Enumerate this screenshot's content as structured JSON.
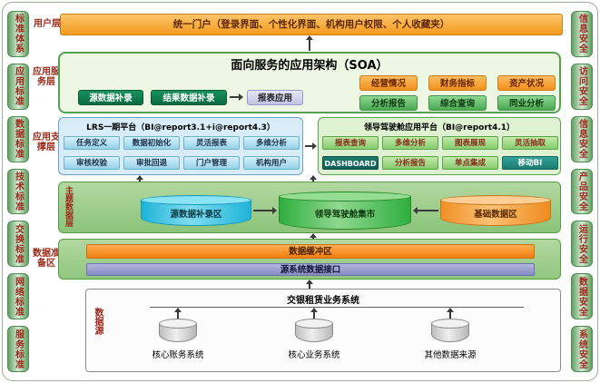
{
  "left_rail": {
    "title": "标准体系",
    "items": [
      "应用标准",
      "数据标准",
      "技术标准",
      "交换标准",
      "网络标准",
      "服务标准"
    ]
  },
  "right_rail": {
    "title": "信息安全",
    "items": [
      "访问安全",
      "信息安全",
      "产品安全",
      "运行安全",
      "数据安全",
      "系统安全"
    ]
  },
  "user_layer": {
    "label": "用户层",
    "portal": "统一门户（登录界面、个性化界面、机构用户权限、个人收藏夹）"
  },
  "app_service": {
    "label": "应用服务层",
    "title": "面向服务的应用架构（SOA）",
    "left_buttons": [
      "源数据补录",
      "结果数据补录",
      "报表应用"
    ],
    "right_row1": [
      "经营情况",
      "财务指标",
      "资产状况"
    ],
    "right_row2": [
      "分析报告",
      "综合查询",
      "同业分析"
    ]
  },
  "app_support": {
    "label": "应用支撑层",
    "lrs_title": "LRS一期平台（BI@report3.1+i@report4.3）",
    "lrs_items": [
      "任务定义",
      "数据初始化",
      "灵活报表",
      "多维分析",
      "审核校验",
      "审批回退",
      "门户管理",
      "机构用户"
    ],
    "cockpit_title": "领导驾驶舱应用平台（BI@report4.1）",
    "cockpit_items": [
      "报表查询",
      "多维分析",
      "图表展现",
      "灵活抽取",
      "DASHBOARD",
      "分析报告",
      "单点集成",
      "移动BI"
    ]
  },
  "theme_data": {
    "label": "主题数据层",
    "cylinders": [
      "源数据补录区",
      "领导驾驶舱集市",
      "基础数据区"
    ]
  },
  "data_prep": {
    "label": "数据准备区",
    "buffer": "数据缓冲区",
    "interface": "源系统数据接口"
  },
  "data_source": {
    "label": "数据源",
    "system": "交银租赁业务系统",
    "cylinders": [
      "核心账务系统",
      "核心业务系统",
      "其他数据来源"
    ]
  },
  "palette": {
    "rail_green": "#d6ecd6",
    "label_red": "#9c2818",
    "portal_orange": "#f39b1d",
    "soa_border_green": "#55a055",
    "dark_green_button": "#0b6b41",
    "orange_chip": "#f1921c",
    "teal_chip": "#4aa851",
    "lrs_blue": "#d8edf8",
    "cockpit_green": "#def2d2",
    "cyan_cylinder": "#1fb4d8",
    "green_cylinder": "#2fae3f",
    "orange_cylinder": "#f09026",
    "buffer_orange": "#f07d10",
    "interface_purple": "#878cc4"
  }
}
